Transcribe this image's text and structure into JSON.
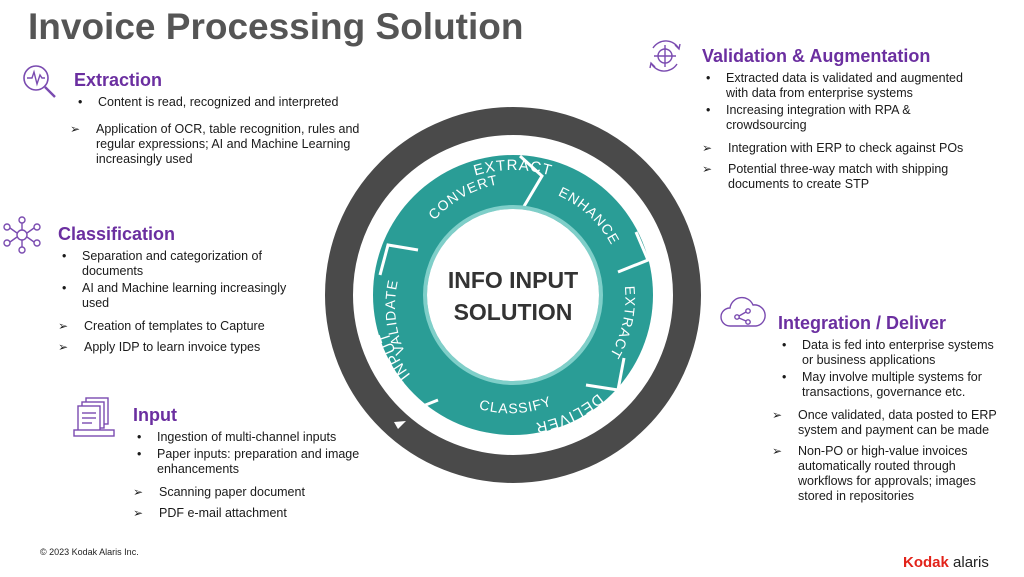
{
  "title": "Invoice Processing Solution",
  "diagram": {
    "outer_labels": [
      "EXTRACT",
      "DELIVER",
      "INPUT"
    ],
    "inner_labels": [
      "CONVERT",
      "ENHANCE",
      "EXTRACT",
      "CLASSIFY",
      "VALIDATE"
    ],
    "center_line1": "INFO INPUT",
    "center_line2": "SOLUTION"
  },
  "extraction": {
    "title": "Extraction",
    "bullets": [
      "Content is read, recognized and interpreted"
    ],
    "arrows": [
      "Application of OCR, table recognition, rules and regular expressions; AI and Machine Learning increasingly used"
    ]
  },
  "classification": {
    "title": "Classification",
    "bullets": [
      "Separation and categorization of documents",
      "AI and Machine learning increasingly used"
    ],
    "arrows": [
      "Creation of templates to Capture",
      "Apply IDP to learn invoice types"
    ]
  },
  "input": {
    "title": "Input",
    "bullets": [
      "Ingestion of multi-channel inputs",
      "Paper inputs: preparation and image enhancements"
    ],
    "arrows": [
      "Scanning paper document",
      "PDF e-mail attachment"
    ]
  },
  "validation": {
    "title": "Validation &  Augmentation",
    "bullets": [
      "Extracted data is validated and augmented with data from enterprise systems",
      "Increasing integration with RPA & crowdsourcing"
    ],
    "arrows": [
      "Integration with ERP to check against POs",
      "Potential three-way match with shipping documents to create STP"
    ]
  },
  "integration": {
    "title": "Integration / Deliver",
    "bullets": [
      "Data is fed into enterprise systems or business applications",
      "May involve multiple systems for transactions, governance etc."
    ],
    "arrows": [
      "Once validated, data posted to ERP system and payment can be made",
      "Non-PO or high-value invoices automatically routed through workflows for approvals; images stored in repositories"
    ]
  },
  "footer": {
    "copyright": "© 2023 Kodak Alaris Inc.",
    "brand_1": "Kodak",
    "brand_2": "alaris"
  },
  "colors": {
    "accent": "#6b2fa0",
    "teal": "#2a9d96",
    "ring": "#4a4a4a"
  }
}
